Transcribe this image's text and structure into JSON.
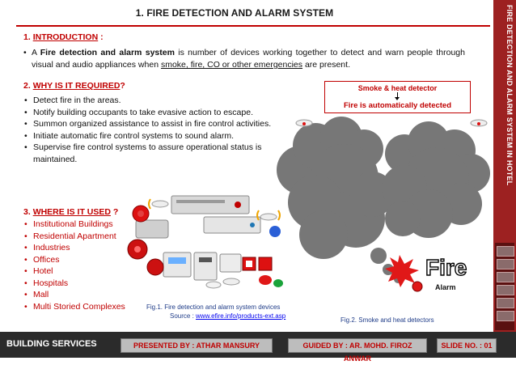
{
  "title": "1. FIRE DETECTION AND ALARM SYSTEM",
  "sidebar_title": "FIRE DETECTION AND ALARM SYSTEM IN HOTEL",
  "intro": {
    "heading_prefix": "1. ",
    "heading": "INTRODUCTION",
    "heading_suffix": " :",
    "p1": "A ",
    "p_bold": "Fire detection and alarm system",
    "p2": " is number of devices working together to detect and warn people through visual and audio appliances when ",
    "p_underline": "smoke, fire, CO or other emergencies",
    "p3": " are present."
  },
  "why": {
    "heading_prefix": "2. ",
    "heading": "WHY IS IT REQUIRED",
    "heading_suffix": "?",
    "items": [
      "Detect fire in the areas.",
      "Notify building occupants to take evasive action to escape.",
      "Summon organized assistance to assist in fire control activities.",
      "Initiate automatic fire control systems to sound alarm.",
      "Supervise fire control systems to assure operational status is maintained."
    ]
  },
  "where": {
    "heading_prefix": "3. ",
    "heading": "WHERE IS IT USED",
    "heading_suffix": " ?",
    "items": [
      "Institutional Buildings",
      "Residential Apartment",
      "Industries",
      "Offices",
      "Hotel",
      "Hospitals",
      "Mall",
      "Multi Storied Complexes"
    ]
  },
  "detector_box": {
    "title": "Smoke & heat detector",
    "subtitle": "Fire is automatically detected"
  },
  "fire_label": "Fire",
  "alarm_label": "Alarm",
  "fig1": {
    "caption": "Fig.1. Fire detection and alarm system devices",
    "source_label": "Source : ",
    "source_link": "www.efire.info/products-ext.asp"
  },
  "fig2": {
    "caption": "Fig.2. Smoke and heat detectors"
  },
  "footer": {
    "left": "BUILDING SERVICES",
    "presented": "PRESENTED BY : ATHAR MANSURY",
    "guided": "GUIDED BY : AR. MOHD. FIROZ ANWAR",
    "slide": "SLIDE NO. : 01"
  },
  "colors": {
    "accent": "#c00000",
    "sidebar": "#9d2121",
    "footer": "#2b2b2b",
    "caption": "#1f3c88"
  },
  "icons": [
    "smoke-detector-icon",
    "fire-explosion-icon",
    "alarm-bell-icon",
    "arrow-down-icon"
  ]
}
